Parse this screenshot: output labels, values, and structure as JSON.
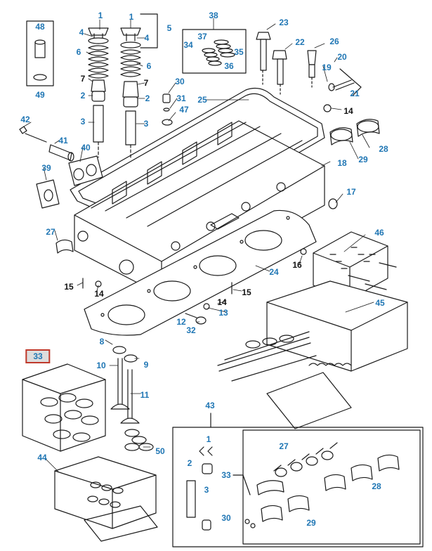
{
  "colors": {
    "callout": "#1f76b4",
    "callout_dark": "#111111",
    "line": "#1a1a1a",
    "highlight_border": "#c0392b",
    "highlight_fill": "#dddddd"
  },
  "highlighted_callout": "33",
  "callouts": {
    "c1a": "1",
    "c1b": "1",
    "c4a": "4",
    "c4b": "4",
    "c5": "5",
    "c6a": "6",
    "c6b": "6",
    "c7a": "7",
    "c7b": "7",
    "c2a": "2",
    "c2b": "2",
    "c3a": "3",
    "c3b": "3",
    "c48": "48",
    "c49": "49",
    "c38": "38",
    "c37": "37",
    "c34": "34",
    "c35": "35",
    "c36": "36",
    "c23": "23",
    "c22": "22",
    "c26": "26",
    "c20": "20",
    "c19": "19",
    "c21": "21",
    "c30": "30",
    "c31": "31",
    "c47": "47",
    "c25": "25",
    "c14a": "14",
    "c28": "28",
    "c29": "29",
    "c42": "42",
    "c41": "41",
    "c40": "40",
    "c39": "39",
    "c18": "18",
    "c17": "17",
    "c27": "27",
    "c46": "46",
    "c16": "16",
    "c24": "24",
    "c15a": "15",
    "c15b": "15",
    "c14b": "14",
    "c14c": "14",
    "c13": "13",
    "c12": "12",
    "c32": "32",
    "c45": "45",
    "c8": "8",
    "c9": "9",
    "c33": "33",
    "c10": "10",
    "c11": "11",
    "c50": "50",
    "c43": "43",
    "c44": "44",
    "k1": "1",
    "k2": "2",
    "k3": "3",
    "k30": "30",
    "k33": "33",
    "k27": "27",
    "k28": "28",
    "k29": "29"
  }
}
